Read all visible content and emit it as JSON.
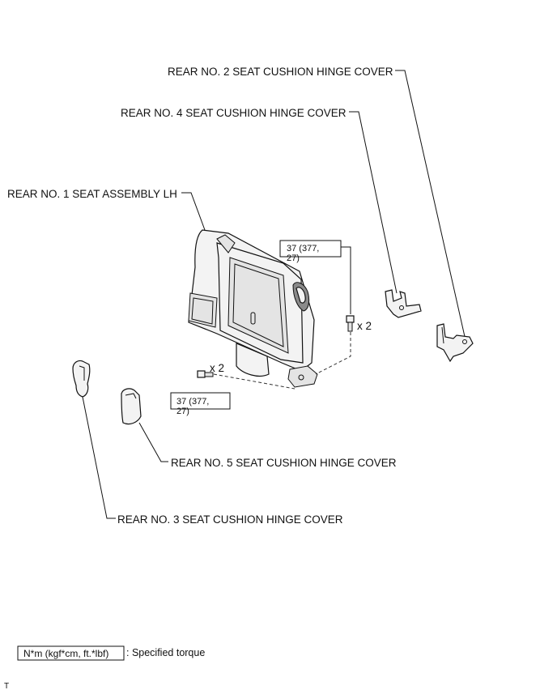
{
  "labels": {
    "rear_no2_cover": "REAR NO. 2 SEAT CUSHION HINGE COVER",
    "rear_no4_cover": "REAR NO. 4 SEAT CUSHION HINGE COVER",
    "rear_no1_seat": "REAR NO. 1 SEAT ASSEMBLY LH",
    "rear_no5_cover": "REAR NO. 5 SEAT CUSHION HINGE COVER",
    "rear_no3_cover": "REAR NO. 3 SEAT CUSHION HINGE COVER"
  },
  "torque_upper": {
    "line1": "37 (377,",
    "line2": "27)",
    "qty": "x 2"
  },
  "torque_lower": {
    "line1": "37 (377,",
    "line2": "27)",
    "qty": "x 2"
  },
  "legend": {
    "box_text": "N*m (kgf*cm, ft.*lbf)",
    "desc": ": Specified torque"
  },
  "corner_mark": "T"
}
